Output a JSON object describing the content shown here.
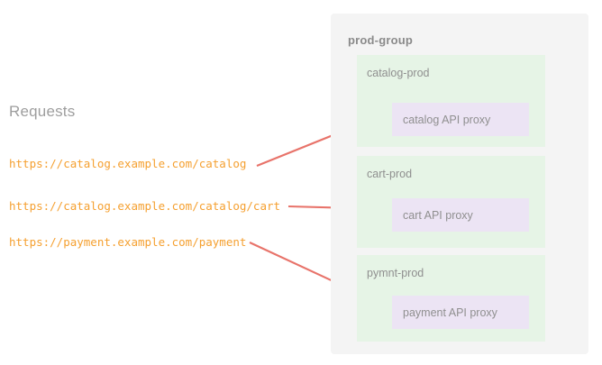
{
  "diagram": {
    "left": {
      "heading": "Requests",
      "requests": [
        {
          "url": "https://catalog.example.com/catalog"
        },
        {
          "url": "https://catalog.example.com/catalog/cart"
        },
        {
          "url": "https://payment.example.com/payment"
        }
      ]
    },
    "panel": {
      "title": "prod-group",
      "groups": [
        {
          "title": "catalog-prod",
          "proxy": "catalog API proxy"
        },
        {
          "title": "cart-prod",
          "proxy": "cart API proxy"
        },
        {
          "title": "pymnt-prod",
          "proxy": "payment API proxy"
        }
      ]
    },
    "arrows": [
      {
        "name": "arrow-catalog",
        "from_label": "https://catalog.example.com/catalog",
        "to_label": "catalog API proxy"
      },
      {
        "name": "arrow-cart",
        "from_label": "https://catalog.example.com/catalog/cart",
        "to_label": "cart API proxy"
      },
      {
        "name": "arrow-payment",
        "from_label": "https://payment.example.com/payment",
        "to_label": "payment API proxy"
      }
    ],
    "colors": {
      "url_text": "#f5a030",
      "heading_text": "#9e9e9e",
      "panel_bg": "#f4f4f4",
      "group_bg": "#e6f4e6",
      "proxy_bg": "#ece4f4",
      "label_text": "#8f8f8f",
      "arrow": "#e8736a",
      "page_bg": "#ffffff"
    }
  }
}
